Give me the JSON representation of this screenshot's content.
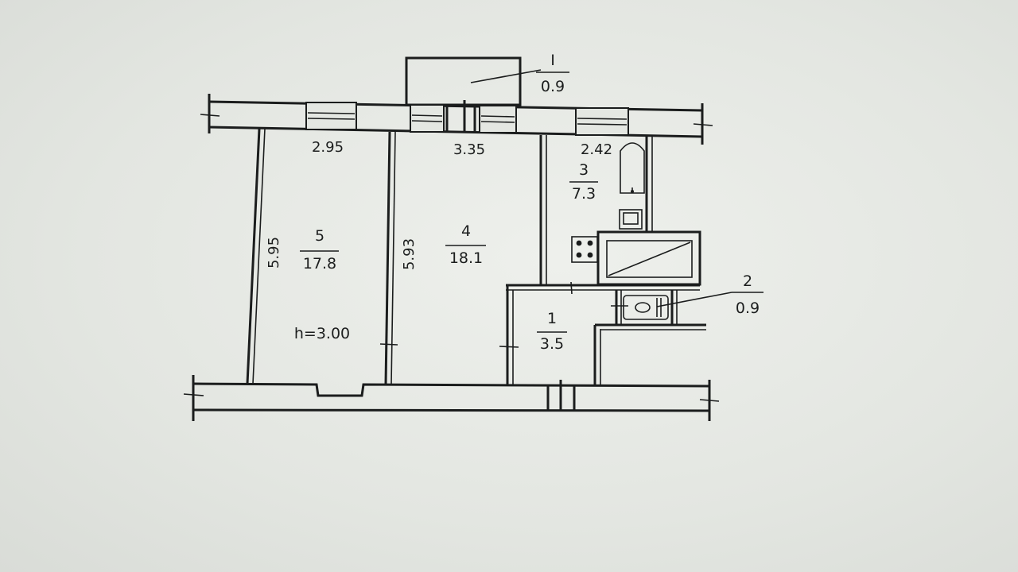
{
  "rooms": [
    {
      "number": "5",
      "area": "17.8"
    },
    {
      "number": "4",
      "area": "18.1"
    },
    {
      "number": "3",
      "area": "7.3"
    },
    {
      "number": "1",
      "area": "3.5"
    },
    {
      "number": "2",
      "area": "0.9"
    },
    {
      "number": "I",
      "area": "0.9"
    }
  ],
  "dimensions": {
    "room5_width": "2.95",
    "room4_width": "3.35",
    "room3_width": "2.42",
    "room5_length": "5.95",
    "room4_length": "5.93"
  },
  "ceiling_height": "h=3.00"
}
